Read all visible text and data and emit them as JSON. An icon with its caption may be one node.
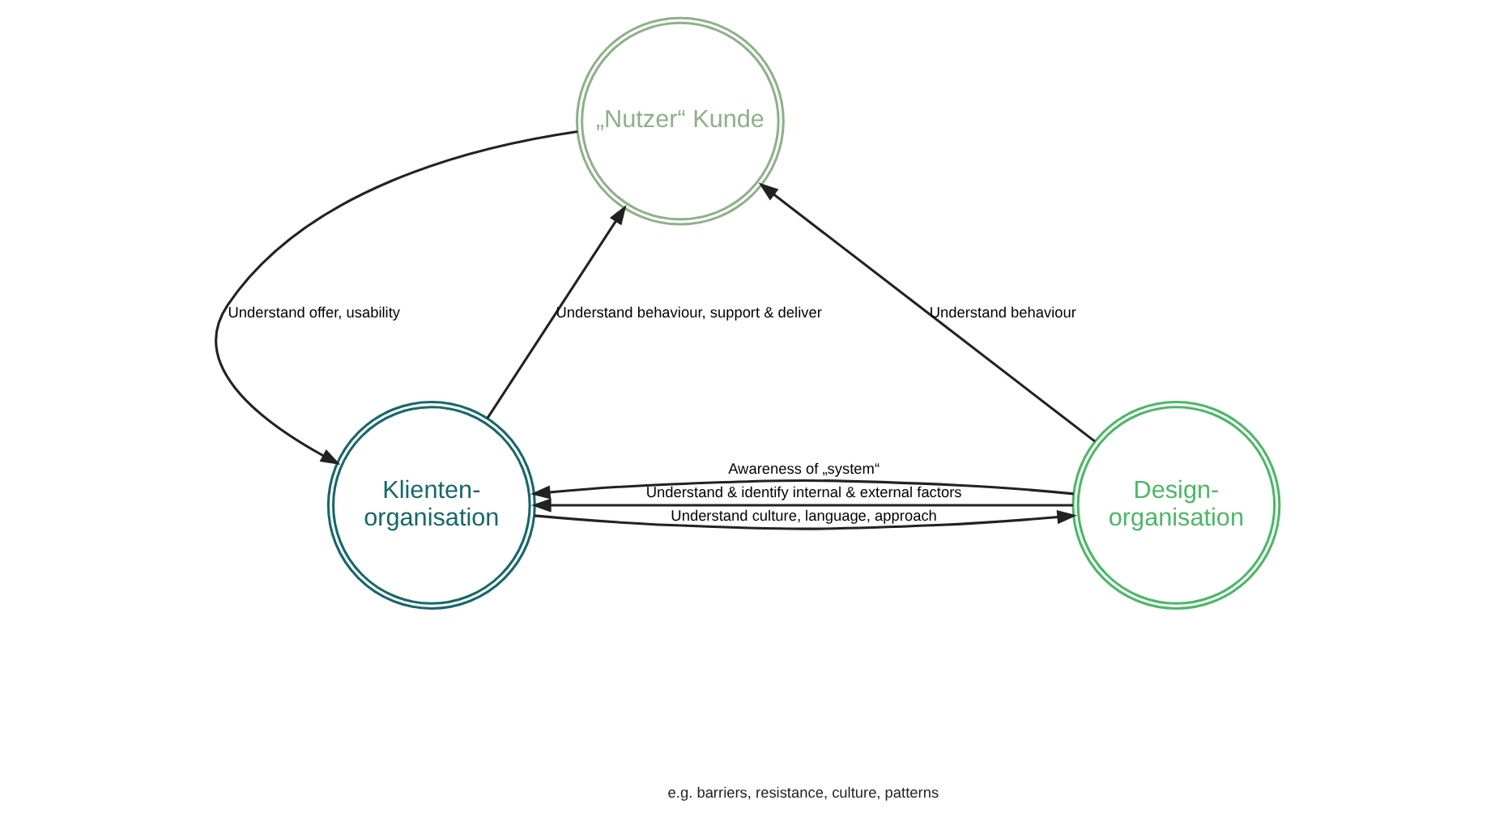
{
  "diagram": {
    "nodes": [
      {
        "text": [
          "„Nutzer“ Kunde"
        ]
      },
      {
        "text": [
          "Design-organisation"
        ]
      },
      {
        "text": [
          "Klienten-organisation"
        ]
      }
    ],
    "edges": [
      {
        "from": 1,
        "to": 0,
        "arrow": "to",
        "label": "Understand behaviour"
      },
      {
        "from": 0,
        "to": 2,
        "arrow": "to",
        "label": "Understand offer, usability"
      },
      {
        "from": 2,
        "to": 0,
        "arrow": "to",
        "label": "Understand behaviour, support & deliver"
      },
      {
        "from": 2,
        "to": 1,
        "arrow": "to",
        "label": "Understand culture, language, approach"
      },
      {
        "from": 1,
        "to": 2,
        "arrow": "to",
        "label": "Awareness of „system“"
      },
      {
        "from": 1,
        "to": 2,
        "arrow": "to",
        "label": "Understand & identify internal & external factors"
      }
    ],
    "labels": [
      "e.g. barriers, resistance, culture, patterns"
    ]
  }
}
